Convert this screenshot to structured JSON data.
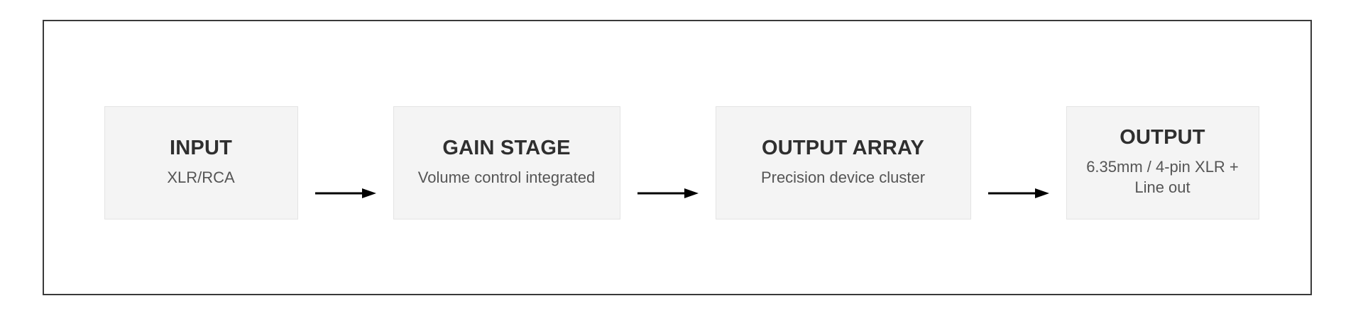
{
  "diagram": {
    "title_hidden": "",
    "frame": {
      "border_color": "#3a3a3a"
    },
    "colors": {
      "box_fill": "#f4f4f4",
      "box_border": "#e4e4e4",
      "title_text": "#2f2f2f",
      "sub_text": "#555555",
      "arrow": "#000000",
      "background": "#ffffff"
    },
    "stages": [
      {
        "title": "INPUT",
        "subtitle": "XLR/RCA"
      },
      {
        "title": "GAIN STAGE",
        "subtitle": "Volume control integrated"
      },
      {
        "title": "OUTPUT ARRAY",
        "subtitle": "Precision device cluster"
      },
      {
        "title": "OUTPUT",
        "subtitle": "6.35mm / 4-pin XLR + Line out"
      }
    ],
    "connectors": [
      {
        "icon": "arrow-right-icon"
      },
      {
        "icon": "arrow-right-icon"
      },
      {
        "icon": "arrow-right-icon"
      }
    ]
  }
}
